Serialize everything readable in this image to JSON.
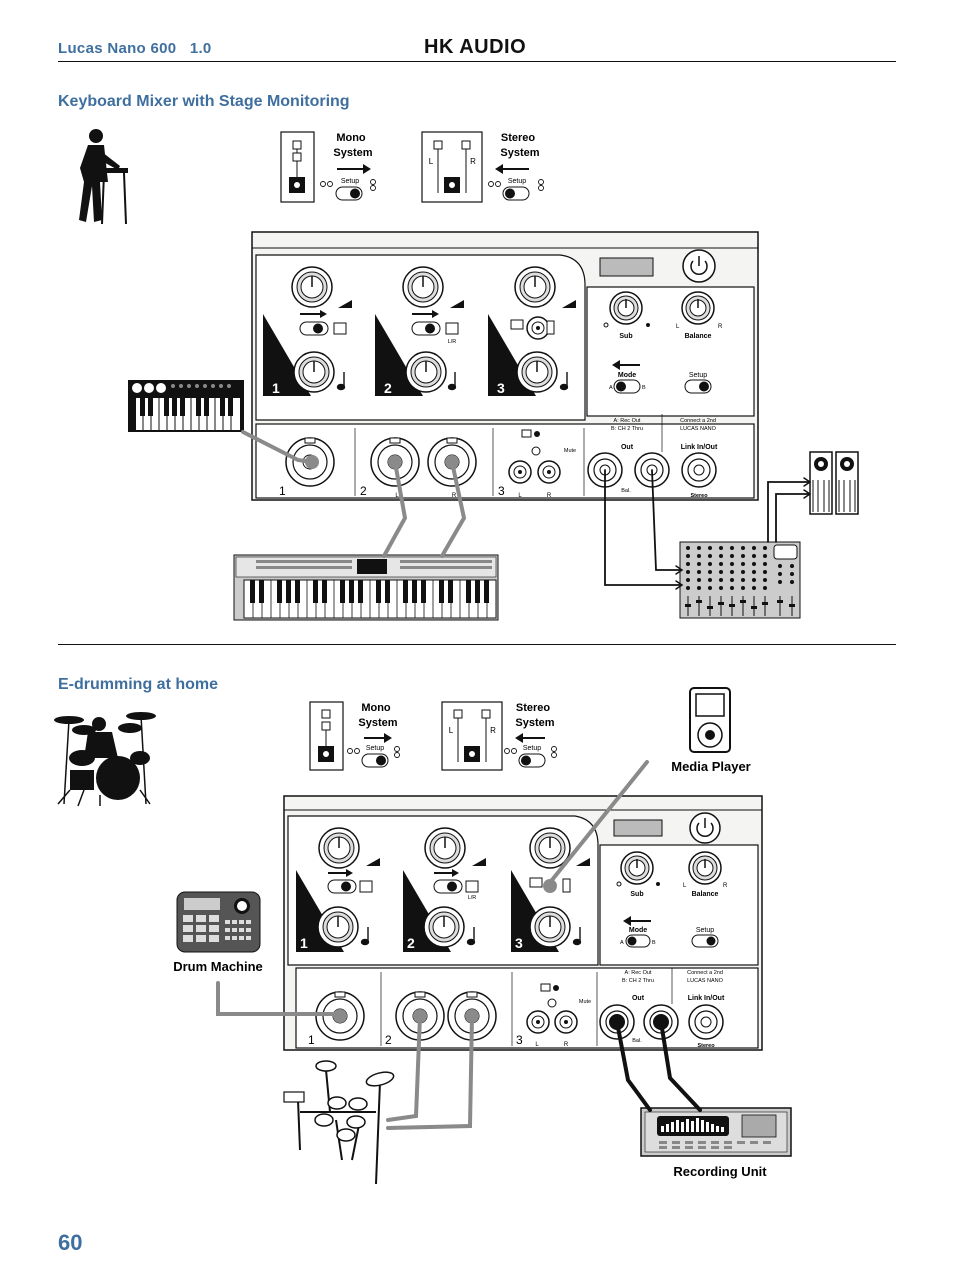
{
  "header": {
    "model": "Lucas Nano 600   1.0",
    "brand": "HK AUDIO"
  },
  "page_number": "60",
  "sections": [
    {
      "title": "Keyboard Mixer with Stage Monitoring",
      "mode_mono": {
        "line1": "Mono",
        "line2": "System",
        "setup": "Setup"
      },
      "mode_stereo": {
        "line1": "Stereo",
        "line2": "System",
        "setup": "Setup",
        "left": "L",
        "right": "R"
      }
    },
    {
      "title": "E-drumming at home",
      "mode_mono": {
        "line1": "Mono",
        "line2": "System",
        "setup": "Setup"
      },
      "mode_stereo": {
        "line1": "Stereo",
        "line2": "System",
        "setup": "Setup",
        "left": "L",
        "right": "R"
      },
      "device_labels": {
        "media_player": "Media Player",
        "drum_machine": "Drum Machine",
        "recording_unit": "Recording Unit"
      }
    }
  ],
  "panel": {
    "channel_numbers": [
      "1",
      "2",
      "3"
    ],
    "lr": "L/R",
    "left": "L",
    "right": "R",
    "sub": "Sub",
    "balance": "Balance",
    "mode": "Mode",
    "setup": "Setup",
    "mode_a": "A",
    "mode_b": "B",
    "mode_a_desc": "A: Rec Out",
    "mode_b_desc": "B: CH 2 Thru",
    "connect_line1": "Connect a 2nd",
    "connect_line2": "LUCAS NANO",
    "out": "Out",
    "link": "Link In/Out",
    "mute": "Mute",
    "bal": "Bal.",
    "stereo": "Stereo"
  },
  "colors": {
    "accent": "#3f6f9e",
    "panel_fill": "#f4f4f2",
    "cable": "#8a8a8a",
    "line": "#111111"
  }
}
